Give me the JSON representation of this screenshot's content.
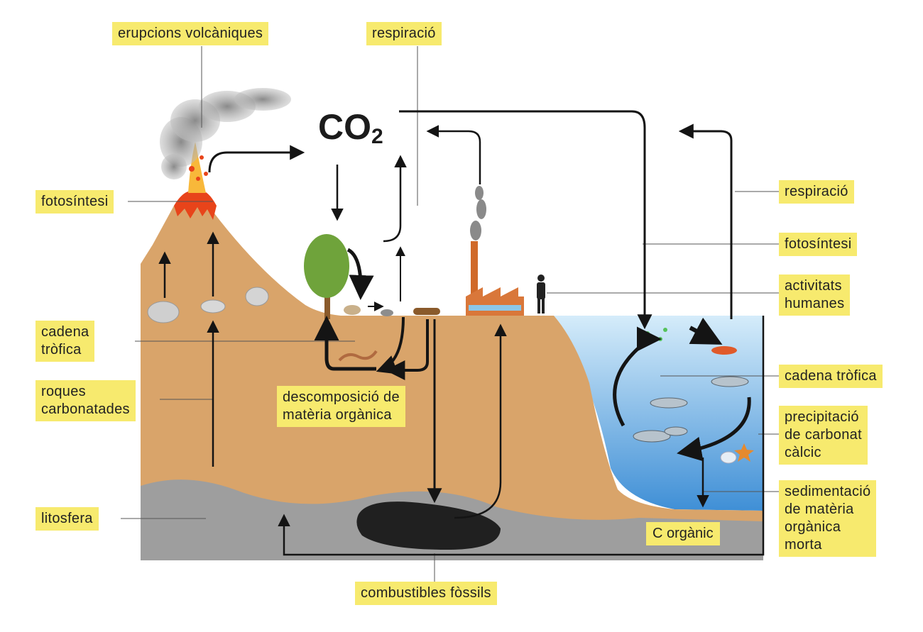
{
  "co2": {
    "main": "CO",
    "sub": "2"
  },
  "labels": {
    "erupcions": "erupcions volcàniques",
    "respiracio_top": "respiració",
    "fotosintesi_left": "fotosíntesi",
    "respiracio_right": "respiració",
    "fotosintesi_right": "fotosíntesi",
    "activitats": "activitats\nhumanes",
    "cadena_left": "cadena\ntròfica",
    "cadena_right": "cadena tròfica",
    "roques": "roques\ncarbonatades",
    "descomposicio": "descomposició de\nmatèria orgànica",
    "precipitacio": "precipitació\nde carbonat\ncàlcic",
    "sedimentacio": "sedimentació\nde matèria\norgànica\nmorta",
    "litosfera": "litosfera",
    "c_organic": "C orgànic",
    "combustibles": "combustibles fòssils"
  },
  "colors": {
    "label_bg": "#f7ea6e",
    "ground": "#d9a46a",
    "rock": "#9b9b9b",
    "water": "#6fb0e0",
    "arrow": "#141414",
    "oil": "#202020"
  }
}
